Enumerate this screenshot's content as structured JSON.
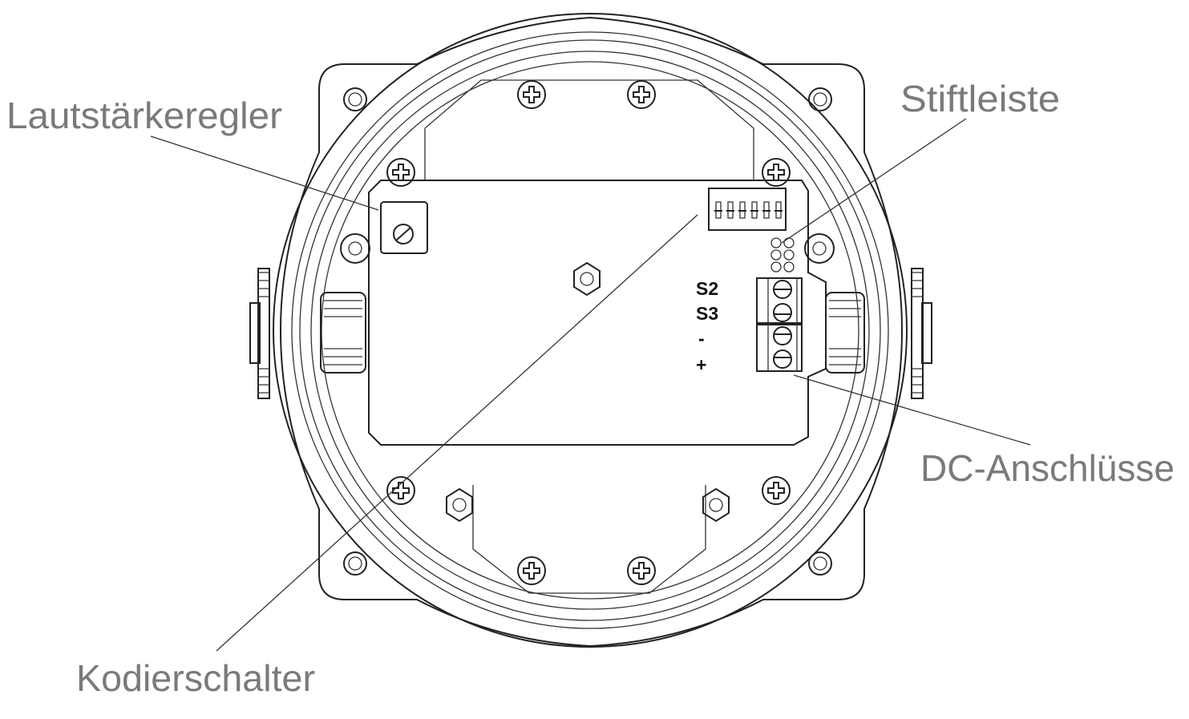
{
  "labels": {
    "volume_control": "Lautstärkeregler",
    "pin_header": "Stiftleiste",
    "dc_connections": "DC-Anschlüsse",
    "coding_switch": "Kodierschalter"
  },
  "terminals": [
    "S2",
    "S3",
    "-",
    "+"
  ],
  "colors": {
    "label": "#7a7a7a",
    "line": "#222222"
  }
}
